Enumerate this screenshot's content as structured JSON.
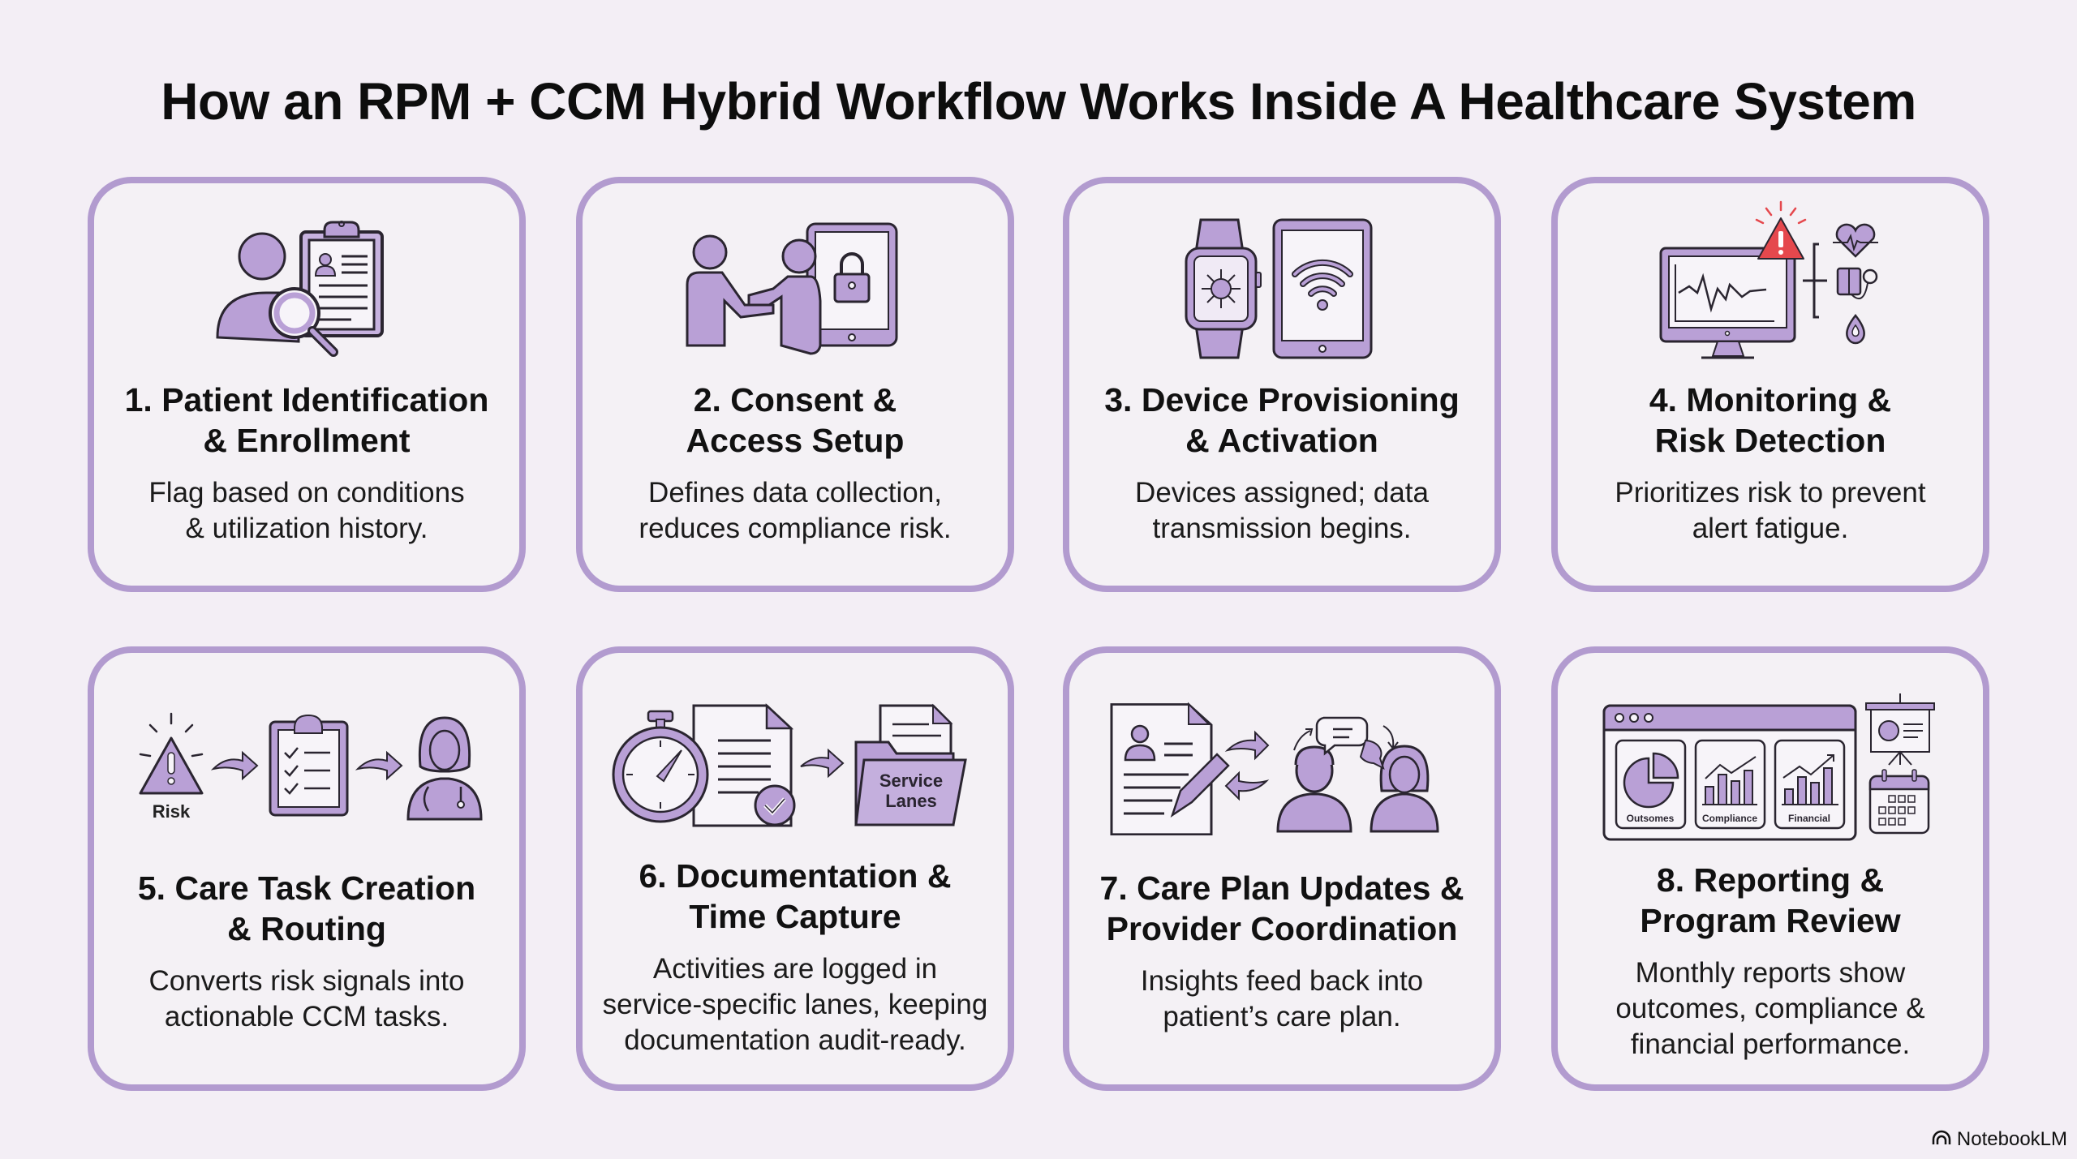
{
  "page": {
    "title": "How an RPM + CCM Hybrid Workflow Works Inside A Healthcare System"
  },
  "colors": {
    "background": "#f3eef5",
    "card_border": "#b29bcf",
    "icon_fill": "#b9a0d6",
    "icon_stroke": "#2a2530",
    "alert_red": "#e5484d"
  },
  "steps": [
    {
      "number": "1",
      "title_line1": "1. Patient Identification",
      "title_line2": "& Enrollment",
      "desc_line1": "Flag based on conditions",
      "desc_line2": "& utilization history.",
      "icon": "patient-search-clipboard-icon"
    },
    {
      "number": "2",
      "title_line1": "2. Consent &",
      "title_line2": "Access Setup",
      "desc_line1": "Defines data collection,",
      "desc_line2": "reduces compliance risk.",
      "icon": "handshake-lock-tablet-icon"
    },
    {
      "number": "3",
      "title_line1": "3. Device Provisioning",
      "title_line2": "& Activation",
      "desc_line1": "Devices assigned; data",
      "desc_line2": "transmission begins.",
      "icon": "smartwatch-tablet-wifi-icon"
    },
    {
      "number": "4",
      "title_line1": "4. Monitoring &",
      "title_line2": "Risk Detection",
      "desc_line1": "Prioritizes risk to prevent",
      "desc_line2": "alert fatigue.",
      "icon": "monitor-alert-vitals-icon"
    },
    {
      "number": "5",
      "title_line1": "5. Care Task Creation",
      "title_line2": "& Routing",
      "desc_line1": "Converts risk signals into",
      "desc_line2": "actionable CCM tasks.",
      "icon": "risk-checklist-nurse-icon",
      "icon_label": "Risk"
    },
    {
      "number": "6",
      "title_line1": "6. Documentation &",
      "title_line2": "Time Capture",
      "desc_line1": "Activities are logged in",
      "desc_line2": "service-specific lanes, keeping",
      "desc_line3": "documentation audit-ready.",
      "icon": "stopwatch-document-folder-icon",
      "icon_label_line1": "Service",
      "icon_label_line2": "Lanes"
    },
    {
      "number": "7",
      "title_line1": "7. Care Plan Updates &",
      "title_line2": "Provider Coordination",
      "desc_line1": "Insights feed back into",
      "desc_line2": "patient’s care plan.",
      "icon": "careplan-providers-chat-icon"
    },
    {
      "number": "8",
      "title_line1": "8. Reporting &",
      "title_line2": "Program Review",
      "desc_line1": "Monthly reports show",
      "desc_line2": "outcomes, compliance &",
      "desc_line3": "financial performance.",
      "icon": "dashboard-presentation-calendar-icon",
      "dashboard_labels": [
        "Outsomes",
        "Compliance",
        "Financial"
      ]
    }
  ],
  "watermark": {
    "label": "NotebookLM",
    "icon": "notebooklm-logo-icon"
  }
}
